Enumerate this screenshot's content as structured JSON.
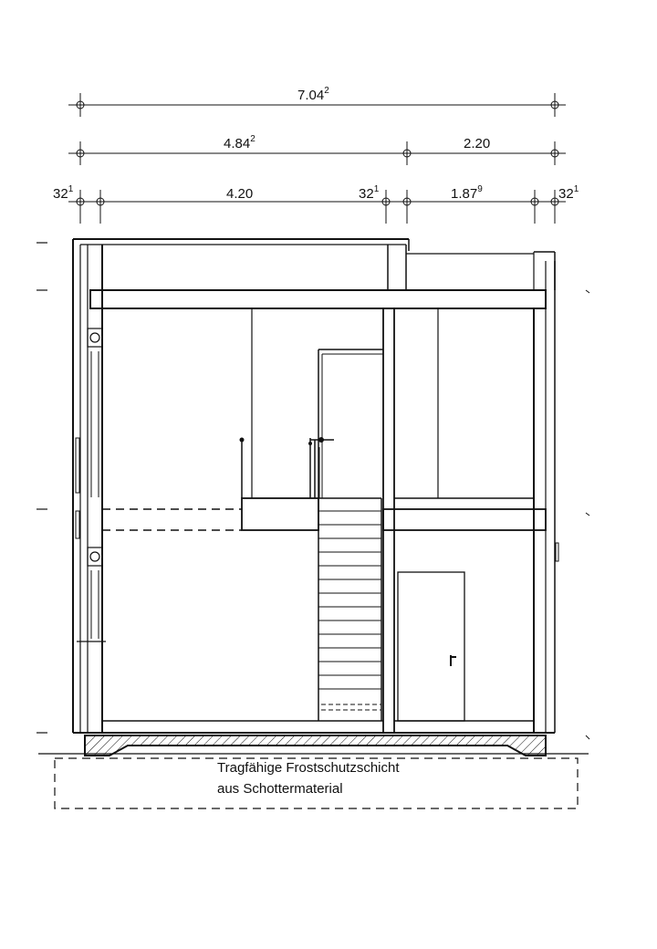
{
  "dimensions": {
    "total": {
      "value": "7.04",
      "sup": "2"
    },
    "left_part": {
      "value": "4.84",
      "sup": "2"
    },
    "right_part": {
      "value": "2.20"
    },
    "wall_left": {
      "value": "32",
      "sup": "1"
    },
    "room_left": {
      "value": "4.20"
    },
    "wall_mid": {
      "value": "32",
      "sup": "1"
    },
    "room_right": {
      "value": "1.87",
      "sup": "9"
    },
    "wall_right": {
      "value": "32",
      "sup": "1"
    }
  },
  "foundation_note": {
    "line1": "Tragfähige Frostschutzschicht",
    "line2": "aus Schottermaterial"
  }
}
